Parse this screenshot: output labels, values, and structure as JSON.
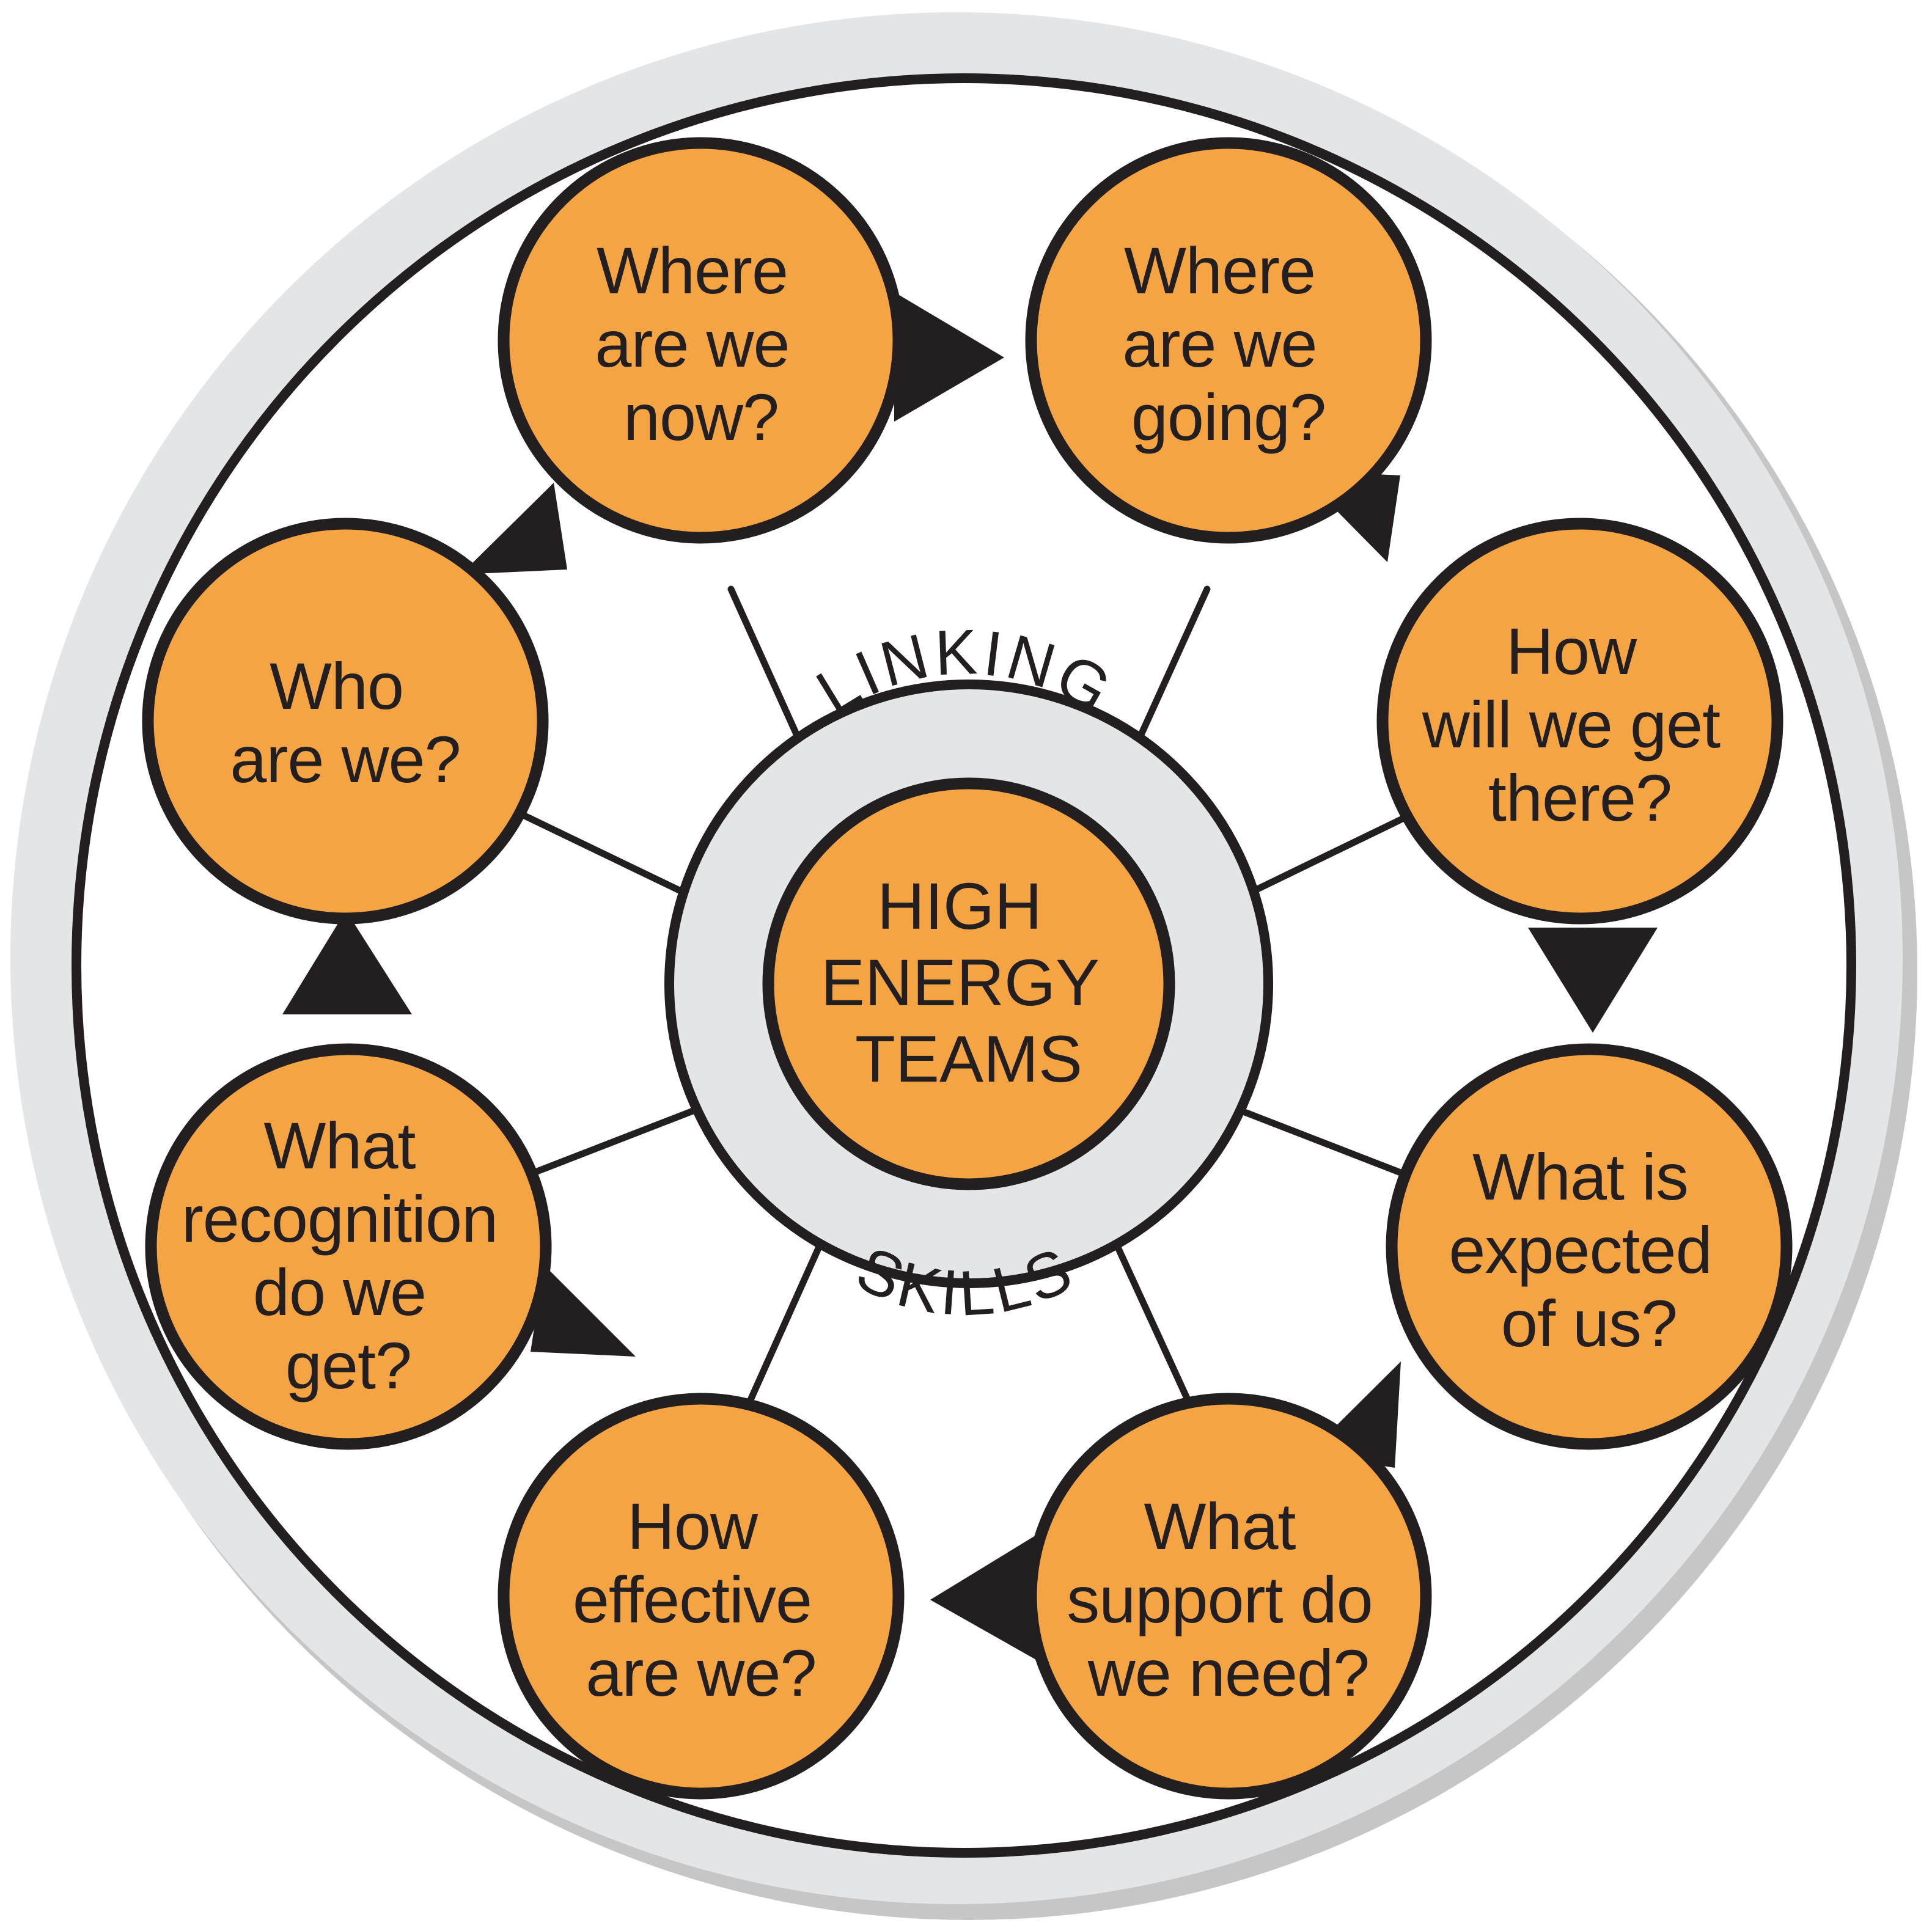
{
  "diagram": {
    "title": "High Energy Teams Wheel",
    "hub": {
      "outer_top_label": "LINKING",
      "outer_bottom_label": "SKILLS",
      "center_lines": [
        "HIGH",
        "ENERGY",
        "TEAMS"
      ]
    },
    "nodes": [
      {
        "id": "where-are-we-now",
        "lines": [
          "Where",
          "are we",
          "now?"
        ],
        "angle_deg": -67.5
      },
      {
        "id": "where-are-we-going",
        "lines": [
          "Where",
          "are we",
          "going?"
        ],
        "angle_deg": -22.5
      },
      {
        "id": "how-will-we-get-there",
        "lines": [
          "How",
          "will we get",
          "there?"
        ],
        "angle_deg": 22.5
      },
      {
        "id": "what-is-expected-of-us",
        "lines": [
          "What is",
          "expected",
          "of us?"
        ],
        "angle_deg": 67.5
      },
      {
        "id": "what-support-do-we-need",
        "lines": [
          "What",
          "support do",
          "we need?"
        ],
        "angle_deg": 112.5
      },
      {
        "id": "how-effective-are-we",
        "lines": [
          "How",
          "effective",
          "are we?"
        ],
        "angle_deg": 157.5
      },
      {
        "id": "what-recognition-do-we-get",
        "lines": [
          "What",
          "recognition",
          "do we",
          "get?"
        ],
        "angle_deg": 202.5
      },
      {
        "id": "who-are-we",
        "lines": [
          "Who",
          "are we?"
        ],
        "angle_deg": 247.5
      }
    ],
    "flow": {
      "direction": "clockwise",
      "arrow_count": 8
    },
    "colors": {
      "node_fill": "#f5a443",
      "hub_ring_fill": "#e4e5e7",
      "hub_center_fill": "#f5a443",
      "outline": "#231f20",
      "outer_ring_light": "#e4e5e7",
      "outer_ring_shadow": "#c6c6c6",
      "background": "#ffffff"
    }
  }
}
